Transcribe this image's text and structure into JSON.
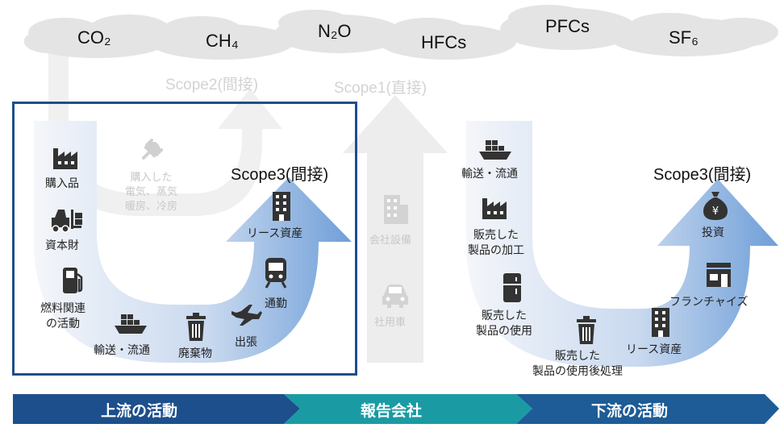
{
  "gases": {
    "co2": "CO₂",
    "ch4": "CH₄",
    "n2o": "N₂O",
    "hfcs": "HFCs",
    "pfcs": "PFCs",
    "sf6": "SF₆"
  },
  "scope_titles": {
    "scope2": "Scope2(間接)",
    "scope1": "Scope1(直接)",
    "scope3_upstream": "Scope3(間接)",
    "scope3_downstream": "Scope3(間接)"
  },
  "scope2_items": {
    "purchased_energy": [
      "購入した",
      "電気、蒸気",
      "暖房、冷房"
    ]
  },
  "scope1_items": {
    "facilities": "会社設備",
    "company_car": "社用車"
  },
  "upstream_items": {
    "purchased_goods": "購入品",
    "capital_goods": "資本財",
    "fuel_related": [
      "燃料関連",
      "の活動"
    ],
    "transport": "輸送・流通",
    "waste": "廃棄物",
    "business_travel": "出張",
    "commuting": "通勤",
    "leased_assets": "リース資産"
  },
  "downstream_items": {
    "transport": "輸送・流通",
    "processing": [
      "販売した",
      "製品の加工"
    ],
    "use": [
      "販売した",
      "製品の使用"
    ],
    "end_of_life": [
      "販売した",
      "製品の使用後処理"
    ],
    "leased_assets": "リース資産",
    "franchise": "フランチャイズ",
    "investment": "投資"
  },
  "bottom_bar": {
    "upstream": "上流の活動",
    "reporting": "報告会社",
    "downstream": "下流の活動"
  },
  "colors": {
    "frame": "#1d4f8c",
    "bar_upstream": "#1d4f8c",
    "bar_reporting": "#1a9ba3",
    "bar_downstream": "#1d5c96",
    "arrow_gradient_start": "#f4f6fa",
    "arrow_gradient_end": "#6f9fd8",
    "cloud": "#e4e4e4",
    "faded": "#ececec"
  }
}
